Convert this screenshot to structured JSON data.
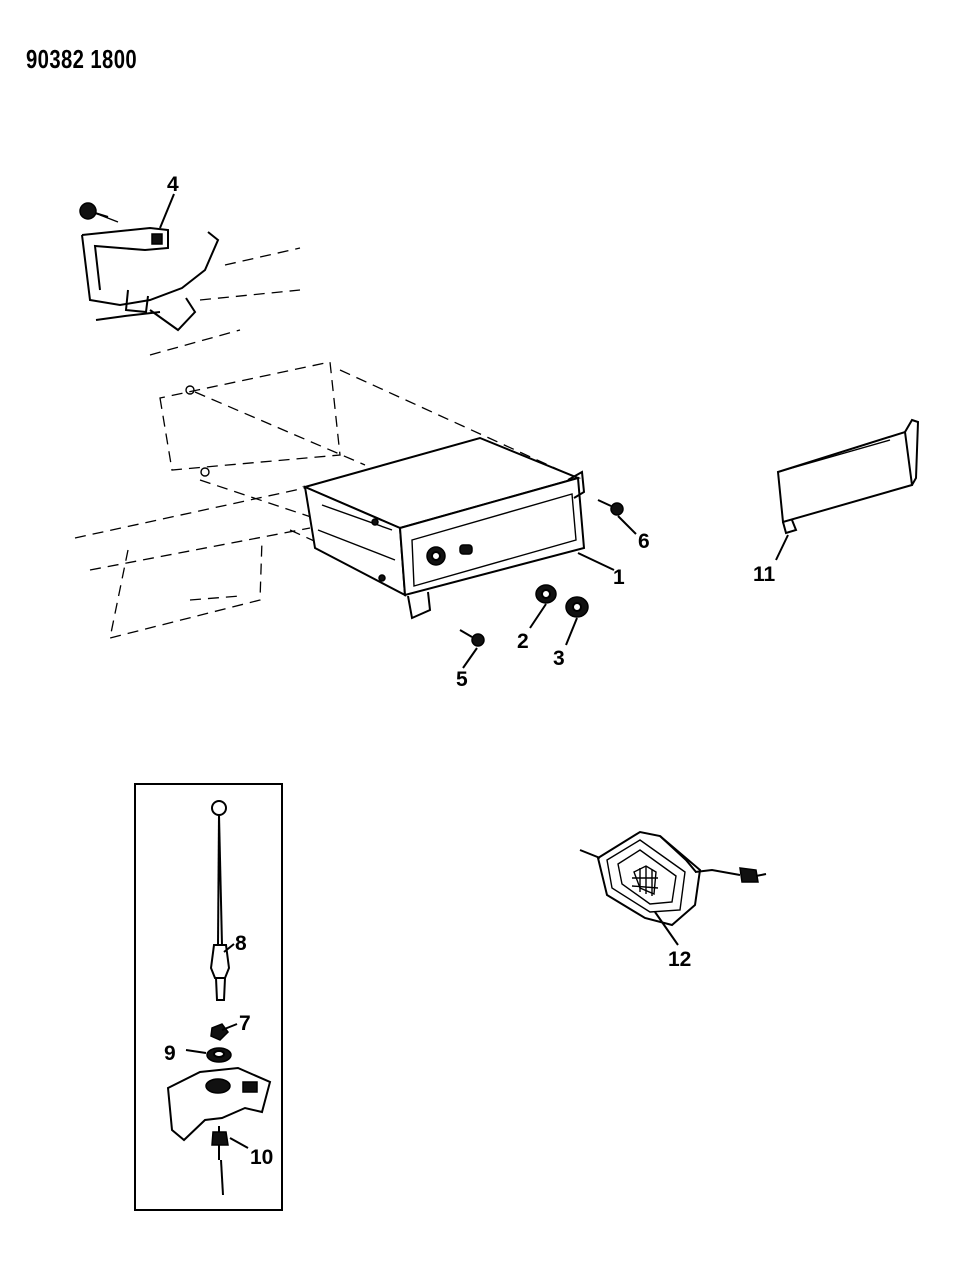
{
  "document": {
    "code": "90382 1800"
  },
  "callouts": [
    "1",
    "2",
    "3",
    "4",
    "5",
    "6",
    "7",
    "8",
    "9",
    "10",
    "11",
    "12"
  ]
}
